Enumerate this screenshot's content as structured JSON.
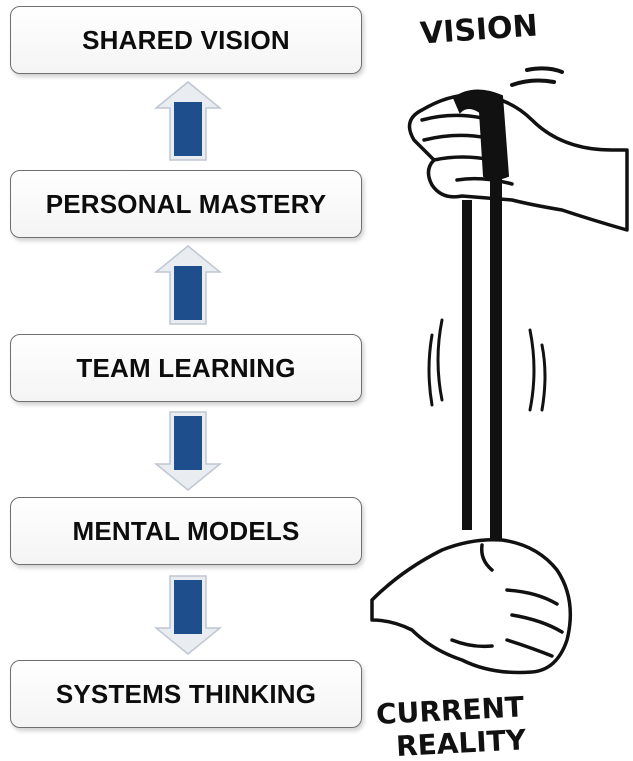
{
  "diagram": {
    "boxes": [
      {
        "label": "SHARED VISION"
      },
      {
        "label": "PERSONAL MASTERY"
      },
      {
        "label": "TEAM LEARNING"
      },
      {
        "label": "MENTAL MODELS"
      },
      {
        "label": "SYSTEMS THINKING"
      }
    ],
    "arrows": [
      {
        "direction": "up",
        "from": "PERSONAL MASTERY",
        "to": "SHARED VISION"
      },
      {
        "direction": "up",
        "from": "TEAM LEARNING",
        "to": "PERSONAL MASTERY"
      },
      {
        "direction": "down",
        "from": "TEAM LEARNING",
        "to": "MENTAL MODELS"
      },
      {
        "direction": "down",
        "from": "MENTAL MODELS",
        "to": "SYSTEMS THINKING"
      }
    ],
    "colors": {
      "arrow_fill": "#1f4e8c",
      "arrow_outline": "#c7cdd6",
      "box_border": "#6f6f6f",
      "text": "#0d0d0d"
    }
  },
  "illustration": {
    "top_label": "VISION",
    "bottom_label_line1": "CURRENT",
    "bottom_label_line2": "REALITY",
    "depicts": "hands-stretching-rubber-band-icon"
  }
}
